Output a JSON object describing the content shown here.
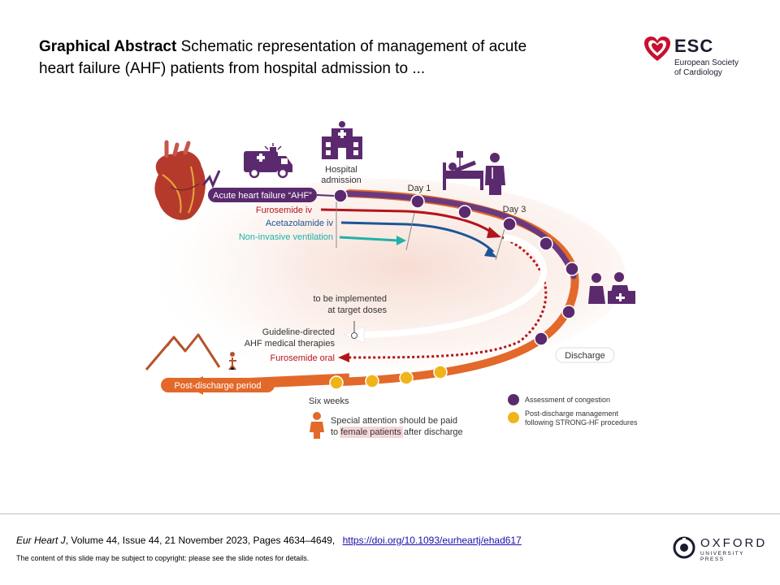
{
  "header": {
    "title_bold": "Graphical Abstract",
    "title_rest": " Schematic representation of management  of acute heart failure (AHF) patients from hospital admission to ..."
  },
  "logo": {
    "acronym": "ESC",
    "line1": "European Society",
    "line2": "of Cardiology"
  },
  "diagram": {
    "hospital_admission": "Hospital admission",
    "hospital_line1": "Hospital",
    "hospital_line2": "admission",
    "day1": "Day 1",
    "day3": "Day 3",
    "ahf_pill": "Acute heart failure “AHF”",
    "furosemide_iv": "Furosemide iv",
    "acetazolamide_iv": "Acetazolamide iv",
    "niv": "Non-invasive ventilation",
    "implement_line1": "to be implemented",
    "implement_line2": "at target doses",
    "gdmt_line1": "Guideline-directed",
    "gdmt_line2": "AHF medical therapies",
    "furosemide_oral": "Furosemide oral",
    "discharge": "Discharge",
    "post_discharge": "Post-discharge period",
    "six_weeks": "Six weeks",
    "attention_line1": "Special attention should be paid",
    "attention_line2_pre": "to ",
    "attention_line2_hl": "female patients",
    "attention_line2_post": " after discharge",
    "legend_purple": "Assessment of congestion",
    "legend_yellow_line1": "Post-discharge management",
    "legend_yellow_line2": "following STRONG-HF procedures",
    "colors": {
      "purple": "#5b2a6e",
      "red": "#b3151c",
      "blue": "#1d5597",
      "teal": "#1fb2a8",
      "orange": "#e2692a",
      "yellow": "#f0b41b",
      "pill": "#5b2a6e",
      "highlight": "#f4d6d6"
    }
  },
  "footer": {
    "journal": "Eur Heart J",
    "details": ", Volume 44, Issue 44, 21 November  2023, Pages 4634–4649, ",
    "doi": "https://doi.org/10.1093/eurheartj/ehad617",
    "notice": "The content of this slide may be subject to copyright: please see the slide notes for details.",
    "publisher": "OXFORD",
    "publisher_sub": "UNIVERSITY PRESS"
  }
}
